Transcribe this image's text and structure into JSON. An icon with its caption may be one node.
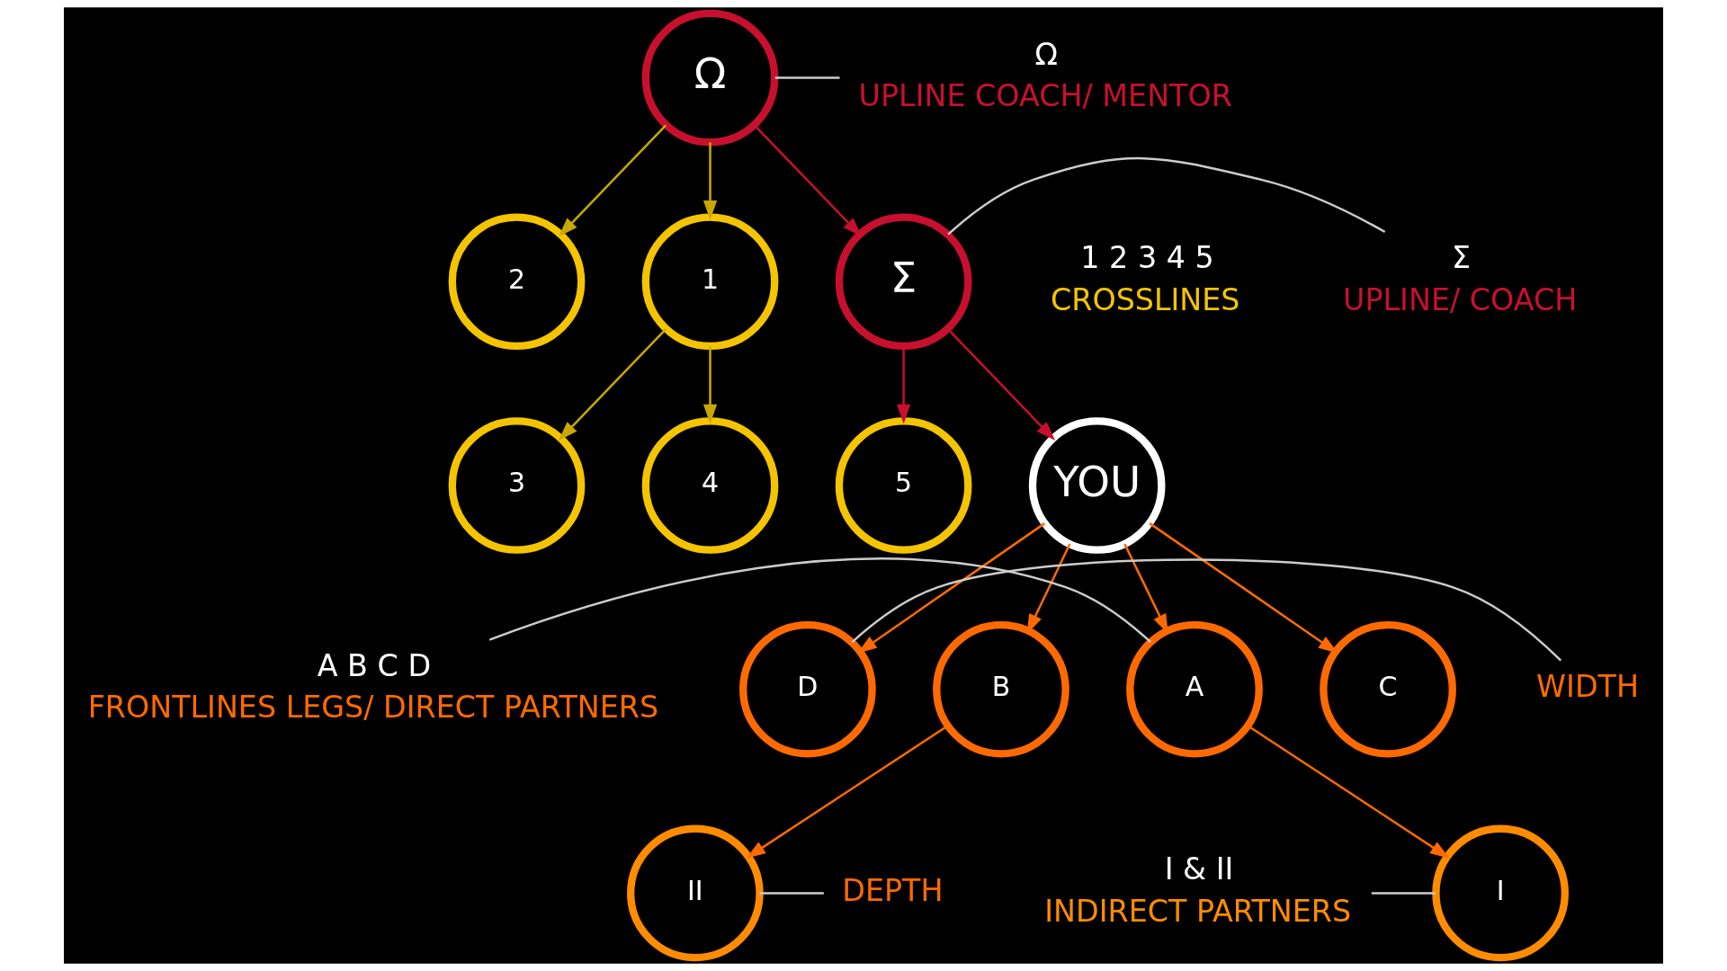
{
  "diagram": {
    "nodes": [
      {
        "text": [
          "Ω"
        ]
      },
      {
        "text": [
          "1"
        ]
      },
      {
        "text": [
          "2"
        ]
      },
      {
        "text": [
          "Σ"
        ]
      },
      {
        "text": [
          "3"
        ]
      },
      {
        "text": [
          "4"
        ]
      },
      {
        "text": [
          "5"
        ]
      },
      {
        "text": [
          "YOU"
        ]
      },
      {
        "text": [
          "A"
        ]
      },
      {
        "text": [
          "B"
        ]
      },
      {
        "text": [
          "C"
        ]
      },
      {
        "text": [
          "D"
        ]
      },
      {
        "text": [
          "I"
        ]
      },
      {
        "text": [
          "II"
        ]
      },
      {
        "text": [
          "Ω",
          "UPLINE COACH/ MENTOR"
        ]
      },
      {
        "text": [
          "Σ",
          "UPLINE/ COACH"
        ]
      },
      {
        "text": [
          "A B C D",
          "FRONTLINES LEGS/ DIRECT PARTNERS"
        ]
      },
      {
        "text": [
          "WIDTH"
        ]
      },
      {
        "text": [
          "I & II",
          "INDIRECT PARTNERS"
        ]
      },
      {
        "text": [
          "DEPTH"
        ]
      }
    ],
    "edges": [
      {
        "from": 0,
        "to": 1,
        "arrow": "to",
        "color": "#c9a800"
      },
      {
        "from": 0,
        "to": 2,
        "arrow": "to",
        "color": "#c9a800"
      },
      {
        "from": 0,
        "to": 3,
        "arrow": "to",
        "color": "#c8102e"
      },
      {
        "from": 1,
        "to": 4,
        "arrow": "to",
        "color": "#c9a800"
      },
      {
        "from": 1,
        "to": 5,
        "arrow": "to",
        "color": "#c9a800"
      },
      {
        "from": 3,
        "to": 6,
        "arrow": "to",
        "color": "#c8102e"
      },
      {
        "from": 3,
        "to": 7,
        "arrow": "to",
        "color": "#c8102e"
      },
      {
        "from": 7,
        "to": 8,
        "arrow": "to",
        "color": "#ff6a00"
      },
      {
        "from": 7,
        "to": 9,
        "arrow": "to",
        "color": "#ff6a00"
      },
      {
        "from": 7,
        "to": 10,
        "arrow": "to",
        "color": "#ff6a00"
      },
      {
        "from": 7,
        "to": 11,
        "arrow": "to",
        "color": "#ff6a00"
      },
      {
        "from": 8,
        "to": 12,
        "arrow": "to",
        "color": "#ff6a00"
      },
      {
        "from": 9,
        "to": 13,
        "arrow": "to",
        "color": "#ff6a00"
      },
      {
        "from": 0,
        "to": 14,
        "arrow": "none",
        "color": "#cccccc"
      },
      {
        "from": 3,
        "to": 15,
        "arrow": "none",
        "color": "#cccccc"
      },
      {
        "from": 16,
        "to": 8,
        "arrow": "none",
        "color": "#cccccc"
      },
      {
        "from": 11,
        "to": 17,
        "arrow": "none",
        "color": "#cccccc"
      },
      {
        "from": 18,
        "to": 12,
        "arrow": "none",
        "color": "#cccccc"
      },
      {
        "from": 13,
        "to": 19,
        "arrow": "none",
        "color": "#cccccc"
      }
    ],
    "labels": [
      "1 2 3 4 5",
      "CROSSLINES"
    ]
  }
}
